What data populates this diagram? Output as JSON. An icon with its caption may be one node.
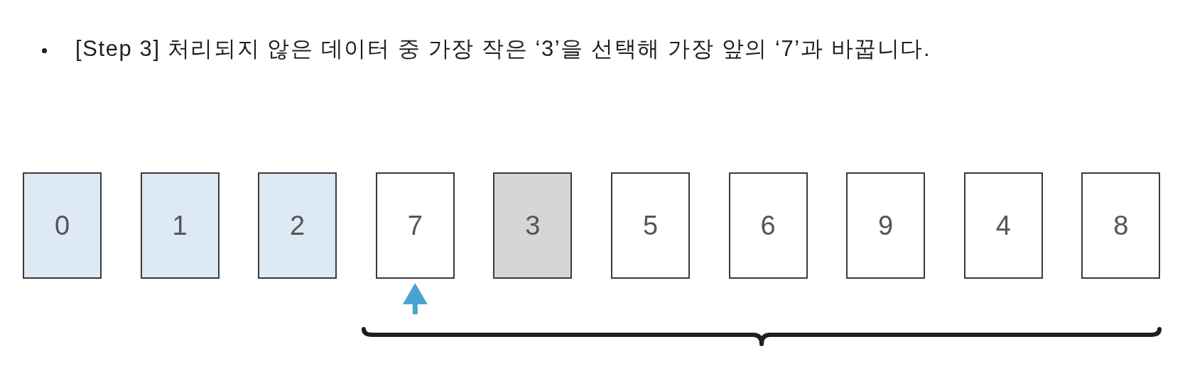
{
  "diagram": {
    "nodes": [
      {
        "text": [
          "0"
        ]
      },
      {
        "text": [
          "1"
        ]
      },
      {
        "text": [
          "2"
        ]
      },
      {
        "text": [
          "7"
        ]
      },
      {
        "text": [
          "3"
        ]
      },
      {
        "text": [
          "5"
        ]
      },
      {
        "text": [
          "6"
        ]
      },
      {
        "text": [
          "9"
        ]
      },
      {
        "text": [
          "4"
        ]
      },
      {
        "text": [
          "8"
        ]
      }
    ],
    "edges": [
      {
        "from": null,
        "to": 3,
        "arrow": "to"
      }
    ],
    "labels": [
      "[Step 3] 처리되지 않은 데이터 중 가장 작은 ‘3’을 선택해 가장 앞의 ‘7’과 바꿉니다."
    ]
  }
}
